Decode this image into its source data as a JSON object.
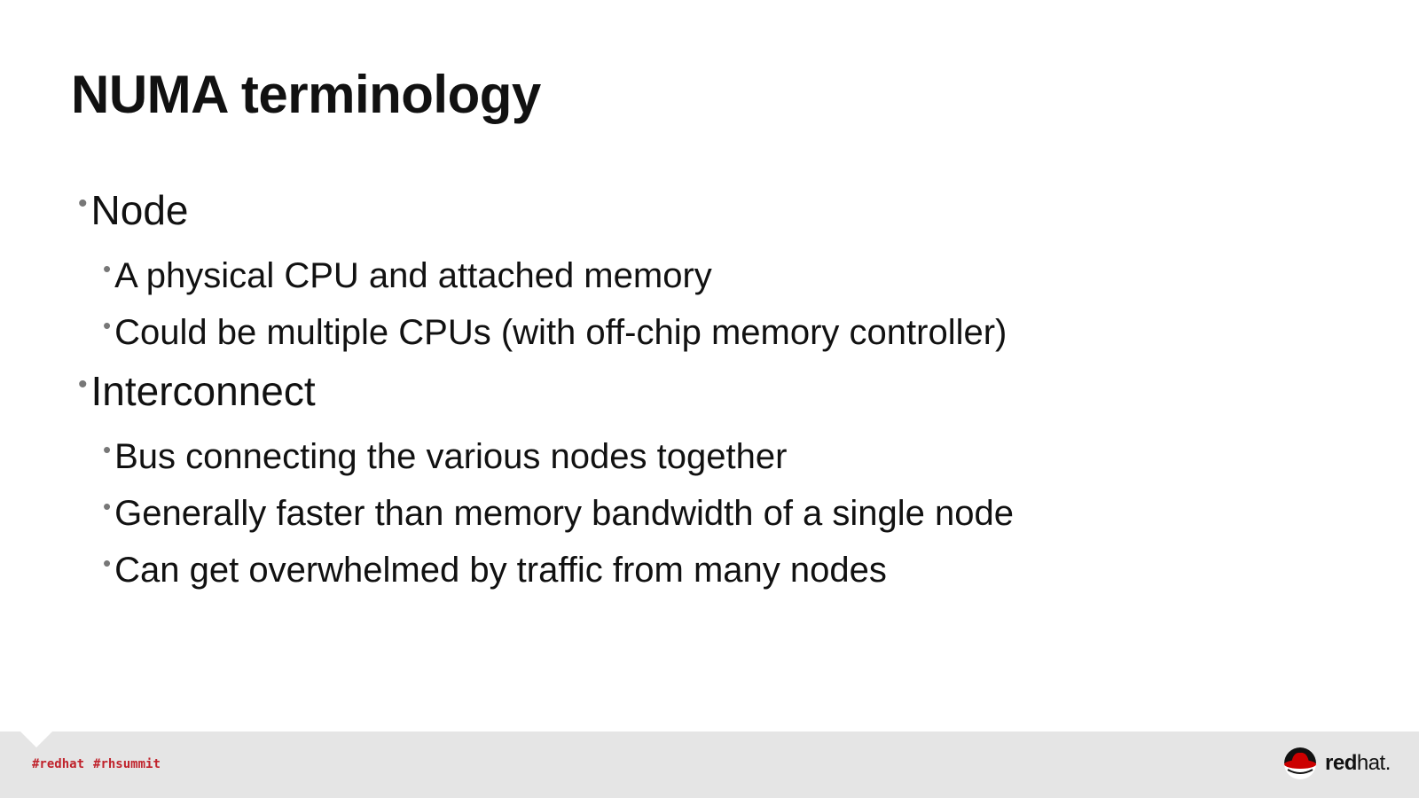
{
  "title": "NUMA terminology",
  "bullets": [
    {
      "text": "Node",
      "children": [
        "A physical CPU and attached memory",
        "Could be multiple CPUs (with off-chip memory controller)"
      ]
    },
    {
      "text": "Interconnect",
      "children": [
        "Bus connecting the various nodes together",
        "Generally faster than memory bandwidth of a single node",
        "Can get overwhelmed by traffic from many nodes"
      ]
    }
  ],
  "footer": {
    "hashtags": [
      "#redhat",
      "#rhsummit"
    ],
    "logo_text_bold": "red",
    "logo_text": "hat.",
    "logo_icon": "redhat-shadowman-icon"
  },
  "colors": {
    "accent": "#c0232c",
    "footer_bg": "#e5e5e5"
  }
}
